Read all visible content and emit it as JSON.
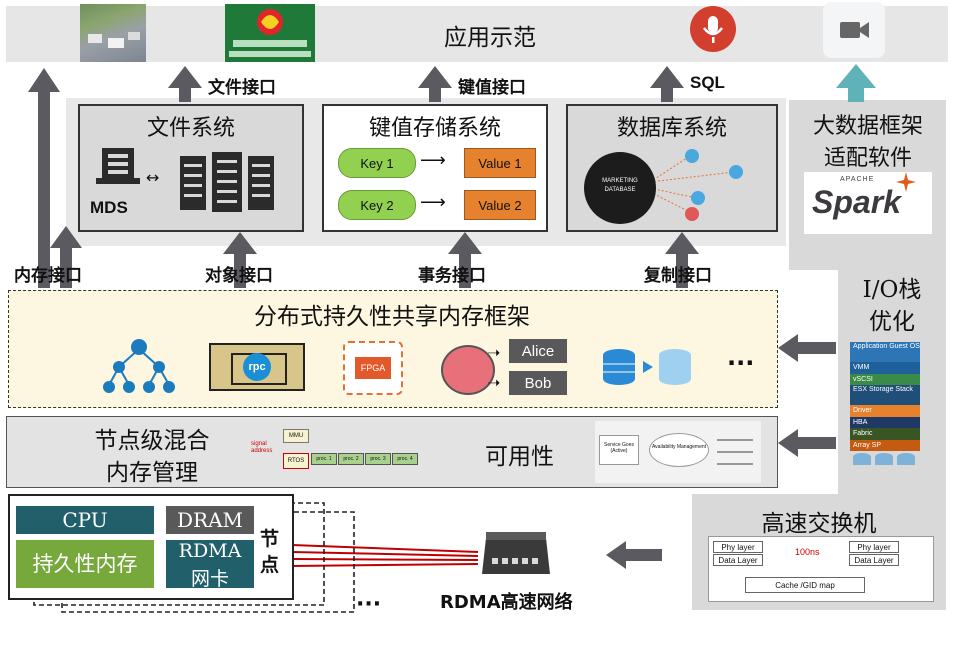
{
  "app_demo": {
    "title": "应用示范"
  },
  "interfaces": {
    "file": "文件接口",
    "kv": "键值接口",
    "sql": "SQL",
    "memory": "内存接口",
    "object": "对象接口",
    "transaction": "事务接口",
    "replication": "复制接口"
  },
  "systems": {
    "fs": {
      "title": "文件系统",
      "mds": "MDS"
    },
    "kv": {
      "title": "键值存储系统",
      "keys": [
        "Key 1",
        "Key 2"
      ],
      "values": [
        "Value 1",
        "Value 2"
      ]
    },
    "db": {
      "title": "数据库系统",
      "center_line1": "MARKETING",
      "center_line2": "DATABASE"
    },
    "bigdata": {
      "line1": "大数据框架",
      "line2": "适配软件",
      "spark_word": "Spark",
      "apache": "APACHE"
    }
  },
  "io_stack": {
    "line1": "I/O栈",
    "line2": "优化",
    "layers": [
      {
        "label": "Application Guest OS",
        "color": "#2e75b6"
      },
      {
        "label": "VMM",
        "color": "#1f5f9a"
      },
      {
        "label": "vSCSI",
        "color": "#3a8a48"
      },
      {
        "label": "ESX Storage Stack",
        "color": "#1f4e79"
      },
      {
        "label": "Driver",
        "color": "#e6812e"
      },
      {
        "label": "HBA",
        "color": "#1f3864"
      },
      {
        "label": "Fabric",
        "color": "#375623"
      },
      {
        "label": "Array SP",
        "color": "#c55a11"
      }
    ]
  },
  "shared_memory": {
    "title": "分布式持久性共享内存框架",
    "rpc": "rpc",
    "fpga": "FPGA",
    "alice": "Alice",
    "bob": "Bob",
    "ellipsis": "···"
  },
  "node_memory": {
    "line1": "节点级混合",
    "line2": "内存管理",
    "mmu": "MMU",
    "rtos": "RTOS",
    "procs": [
      "proc. 1",
      "proc. 2",
      "proc. 3",
      "proc. 4"
    ],
    "axis_label": "signal address",
    "availability": "可用性",
    "avail_center": "Availability Management",
    "avail_left": "Service Goes (Active)"
  },
  "node": {
    "cpu": "CPU",
    "dram": "DRAM",
    "pmem": "持久性内存",
    "rdma_line1": "RDMA",
    "rdma_line2": "网卡",
    "node_char1": "节",
    "node_char2": "点",
    "ellipsis": "···"
  },
  "network": {
    "label": "RDMA高速网络"
  },
  "switch": {
    "title": "高速交换机",
    "phy": "Phy layer",
    "data": "Data Layer",
    "latency": "100ns",
    "cache": "Cache /GID map"
  },
  "colors": {
    "arrow_grey": "#5a5a60",
    "teal_arrow": "#5fb3b8",
    "teal_box": "#215f6a",
    "green_box": "#77a83c",
    "cream": "#fdf6e0"
  }
}
